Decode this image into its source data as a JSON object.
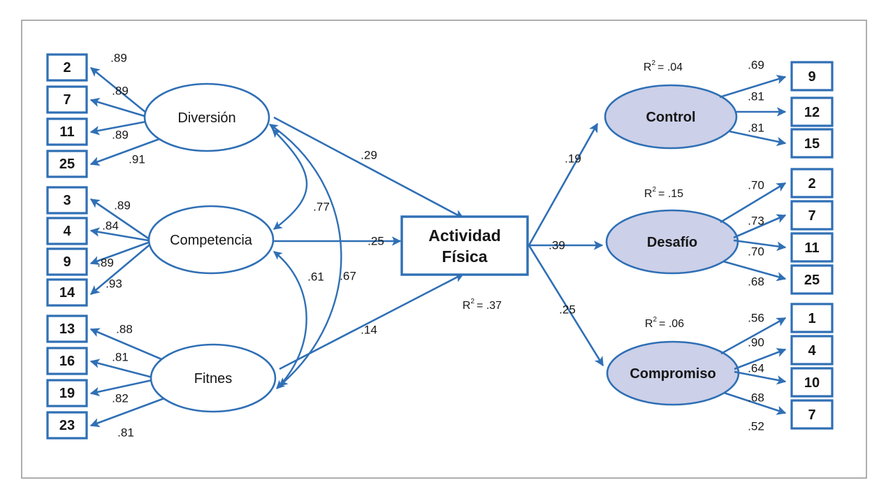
{
  "figure": {
    "type": "structural-equation-model",
    "frame_color": "#9a9a9a",
    "accent_color": "#2f6fb5",
    "latent_fill_right": "#ccd0e8",
    "latent_fill_left": "#ffffff"
  },
  "center": {
    "line1": "Actividad",
    "line2": "Física",
    "r2": "R",
    "r2_sup": "2",
    "r2_value": "= .37"
  },
  "predictors": [
    {
      "name": "diversion",
      "label": "Diversión",
      "indicators": [
        "2",
        "7",
        "11",
        "25"
      ],
      "loadings": [
        ".89",
        ".89",
        ".89",
        ".91"
      ],
      "path_to_center": ".29"
    },
    {
      "name": "competencia",
      "label": "Competencia",
      "indicators": [
        "3",
        "4",
        "9",
        "14"
      ],
      "loadings": [
        ".89",
        ".84",
        ".89",
        ".93"
      ],
      "path_to_center": ".25"
    },
    {
      "name": "fitnes",
      "label": "Fitnes",
      "indicators": [
        "13",
        "16",
        "19",
        "23"
      ],
      "loadings": [
        ".88",
        ".81",
        ".82",
        ".81"
      ],
      "path_to_center": ".14"
    }
  ],
  "correlations": [
    {
      "name": "diversion-competencia",
      "value": ".77"
    },
    {
      "name": "competencia-fitnes",
      "value": ".61"
    },
    {
      "name": "diversion-fitnes",
      "value": ".67"
    }
  ],
  "outcomes": [
    {
      "name": "control",
      "label": "Control",
      "r2": "R",
      "r2_sup": "2",
      "r2_value": "= .04",
      "path_from_center": ".19",
      "indicators": [
        "9",
        "12",
        "15"
      ],
      "loadings": [
        ".69",
        ".81",
        ".81"
      ]
    },
    {
      "name": "desafio",
      "label": "Desafío",
      "r2": "R",
      "r2_sup": "2",
      "r2_value": "= .15",
      "path_from_center": ".39",
      "indicators": [
        "2",
        "7",
        "11",
        "25"
      ],
      "loadings": [
        ".70",
        ".73",
        ".70",
        ".68"
      ]
    },
    {
      "name": "compromiso",
      "label": "Compromiso",
      "r2": "R",
      "r2_sup": "2",
      "r2_value": "= .06",
      "path_from_center": ".25",
      "indicators": [
        "1",
        "4",
        "10",
        "7"
      ],
      "loadings": [
        ".56",
        ".90",
        ".64",
        ".68"
      ],
      "extra_label": ".52"
    }
  ]
}
